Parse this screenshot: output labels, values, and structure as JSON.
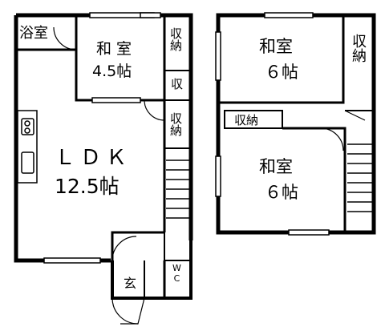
{
  "floorplan": {
    "floor1": {
      "bath": "浴室",
      "washitsu_small_name": "和 室",
      "washitsu_small_size": "4.5帖",
      "storage_a": "収納",
      "storage_small": "収",
      "storage_b": "収納",
      "ldk_name": "ＬＤＫ",
      "ldk_size": "12.5帖",
      "entrance": "玄",
      "wc": "WC"
    },
    "floor2": {
      "washitsu_a_name": "和室",
      "washitsu_a_size": "６帖",
      "storage_c": "収納",
      "storage_d": "収納",
      "washitsu_b_name": "和室",
      "washitsu_b_size": "６帖"
    }
  },
  "colors": {
    "wall": "#000000",
    "background": "#ffffff"
  }
}
